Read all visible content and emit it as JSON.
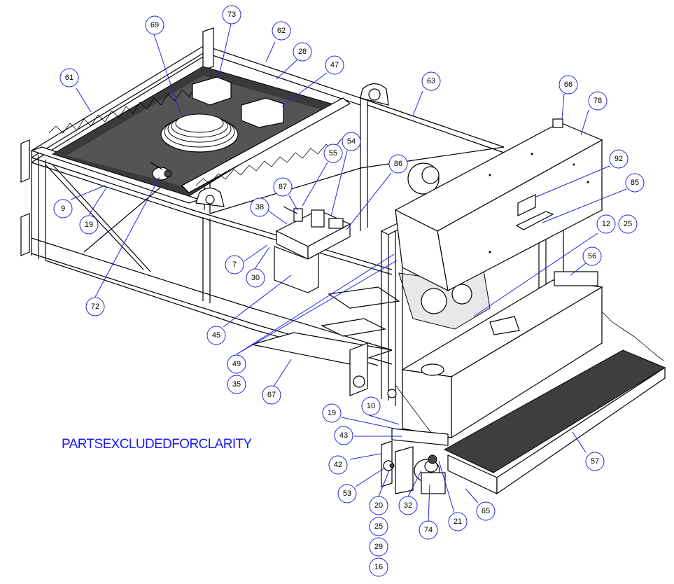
{
  "note_text": "PARTSEXCLUDEDFORCLARITY",
  "colors": {
    "callout": "#2222dd",
    "note": "#1a1aff",
    "ink": "#000000"
  },
  "callouts": [
    "73",
    "69",
    "62",
    "28",
    "47",
    "61",
    "63",
    "66",
    "78",
    "55",
    "54",
    "86",
    "92",
    "85",
    "87",
    "38",
    "9",
    "19",
    "12",
    "25",
    "56",
    "7",
    "30",
    "72",
    "45",
    "49",
    "35",
    "67",
    "10",
    "19",
    "43",
    "42",
    "53",
    "20",
    "25",
    "29",
    "16",
    "32",
    "74",
    "21",
    "65",
    "57"
  ]
}
